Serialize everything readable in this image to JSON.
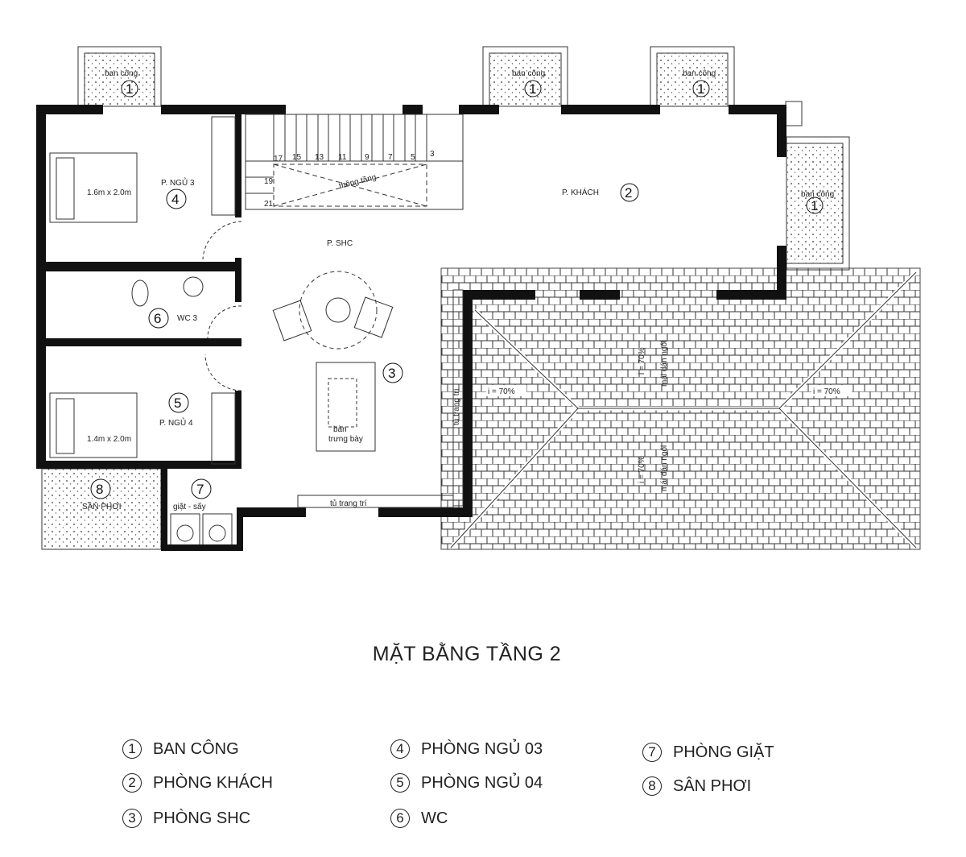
{
  "plan": {
    "balcony_label": "ban công",
    "balcony_num": "1",
    "living_label": "P. KHÁCH",
    "living_num": "2",
    "family_label": "P. SHC",
    "family_num": "3",
    "bed3_label": "P. NGỦ 3",
    "bed3_num": "4",
    "bed3_bed": "1.6m x 2.0m",
    "bed4_label": "P. NGỦ 4",
    "bed4_num": "5",
    "bed4_bed": "1.4m x 2.0m",
    "wc_label": "WC 3",
    "wc_num": "6",
    "laundry_label": "giặt - sấy",
    "laundry_num": "7",
    "drying_label": "SÂN PHƠI",
    "drying_num": "8",
    "void_label": "thông tầng",
    "display_table_line1": "bàn",
    "display_table_line2": "trưng bày",
    "cabinet_label": "tủ trang trí",
    "stair_numbers": [
      "17",
      "15",
      "13",
      "11",
      "9",
      "7",
      "5",
      "3",
      "19",
      "21"
    ],
    "roof_slope": "i = 70%",
    "roof_label": "mái dán ngói"
  },
  "title": "MẶT BẰNG TẦNG 2",
  "legend": [
    {
      "num": "1",
      "label": "BAN CÔNG"
    },
    {
      "num": "2",
      "label": "PHÒNG KHÁCH"
    },
    {
      "num": "3",
      "label": "PHÒNG SHC"
    },
    {
      "num": "4",
      "label": "PHÒNG NGỦ 03"
    },
    {
      "num": "5",
      "label": "PHÒNG NGỦ 04"
    },
    {
      "num": "6",
      "label": "WC"
    },
    {
      "num": "7",
      "label": "PHÒNG GIẶT"
    },
    {
      "num": "8",
      "label": "SÂN PHƠI"
    }
  ]
}
